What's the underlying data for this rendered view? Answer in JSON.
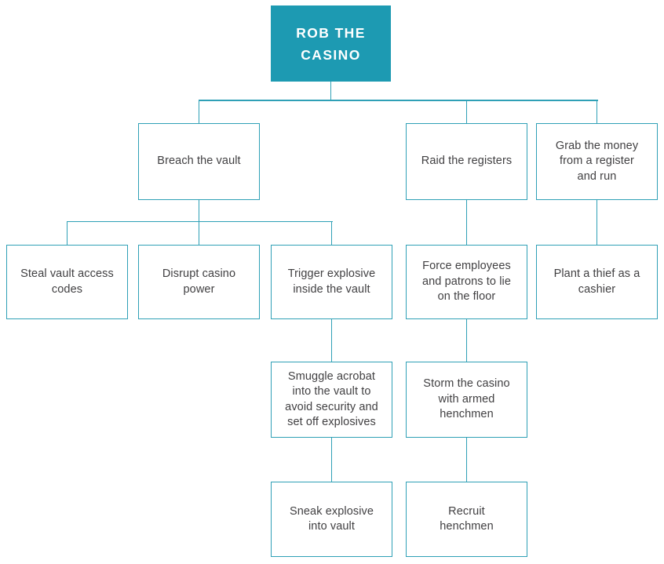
{
  "colors": {
    "background": "#ffffff",
    "accent_teal": "#1D9AB2",
    "line_teal": "#2FA0B6",
    "text_dark": "#414042",
    "root_text": "#ffffff"
  },
  "diagram": {
    "nodes": {
      "root": {
        "label": "ROB THE\nCASINO"
      },
      "breach": {
        "label": "Breach the vault"
      },
      "raid": {
        "label": "Raid the registers"
      },
      "grab": {
        "label": "Grab the money\nfrom a register\nand run"
      },
      "steal": {
        "label": "Steal vault access\ncodes"
      },
      "disrupt": {
        "label": "Disrupt casino\npower"
      },
      "trigger": {
        "label": "Trigger explosive\ninside the vault"
      },
      "force": {
        "label": "Force employees\nand patrons to lie\non the floor"
      },
      "plant": {
        "label": "Plant a thief as a\ncashier"
      },
      "smuggle": {
        "label": "Smuggle acrobat\ninto the vault to\navoid security and\nset off explosives"
      },
      "storm": {
        "label": "Storm the casino\nwith armed\nhenchmen"
      },
      "sneak": {
        "label": "Sneak explosive\ninto vault"
      },
      "recruit": {
        "label": "Recruit\nhenchmen"
      }
    },
    "edges": [
      [
        "root",
        "breach"
      ],
      [
        "root",
        "raid"
      ],
      [
        "root",
        "grab"
      ],
      [
        "breach",
        "steal"
      ],
      [
        "breach",
        "disrupt"
      ],
      [
        "breach",
        "trigger"
      ],
      [
        "trigger",
        "smuggle"
      ],
      [
        "smuggle",
        "sneak"
      ],
      [
        "raid",
        "force"
      ],
      [
        "force",
        "storm"
      ],
      [
        "storm",
        "recruit"
      ],
      [
        "grab",
        "plant"
      ]
    ]
  }
}
